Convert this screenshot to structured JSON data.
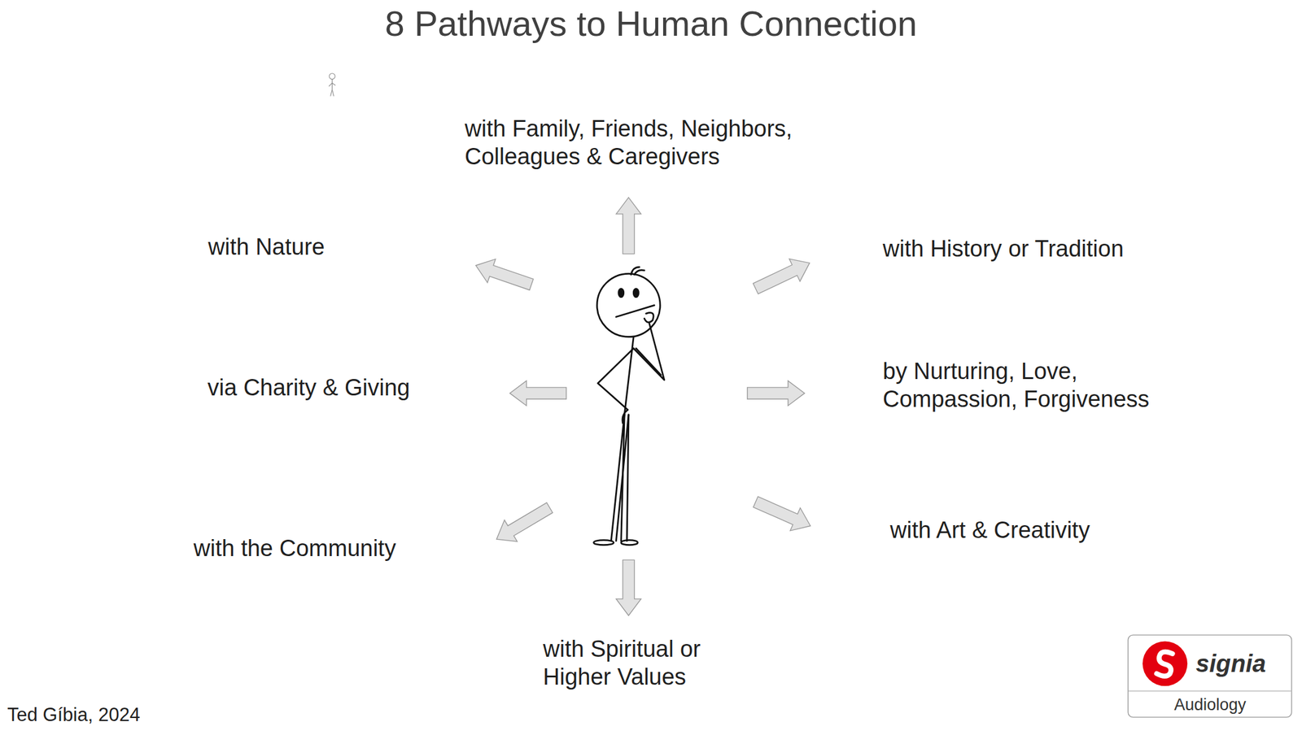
{
  "diagram": {
    "title": "8 Pathways to Human Connection",
    "labels": [
      "with Family, Friends, Neighbors, Colleagues & Caregivers",
      "with Nature",
      "with History or Tradition",
      "via Charity & Giving",
      "by Nurturing, Love, Compassion, Forgiveness",
      "with the Community",
      "with Art & Creativity",
      "with Spiritual or Higher Values",
      "Ted Gíbia, 2024",
      "signia",
      "Audiology"
    ]
  }
}
